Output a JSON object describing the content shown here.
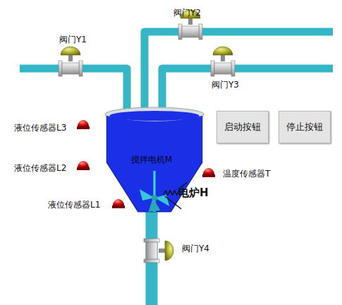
{
  "diagram": {
    "nodes": [
      {
        "text": [
          "搅拌电机M"
        ]
      },
      {
        "text": [
          "启动按钮"
        ]
      },
      {
        "text": [
          "停止按钮"
        ]
      }
    ],
    "labels": [
      "阀门Y1",
      "阀门Y2",
      "阀门Y3",
      "液位传感器L3",
      "液位传感器L2",
      "液位传感器L1",
      "温度传感器T",
      "电炉H",
      "阀门Y4"
    ]
  }
}
